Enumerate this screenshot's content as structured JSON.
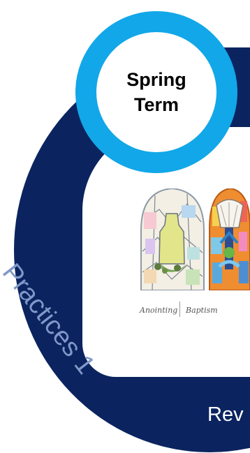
{
  "term": {
    "line1": "Spring",
    "line2": "Term"
  },
  "ring_labels": {
    "practices": "Practices 1",
    "revelation_partial": "Rev"
  },
  "artwork": {
    "captions": [
      "Anointing",
      "Baptism"
    ]
  },
  "colors": {
    "navy": "#0b2460",
    "sky_blue": "#12a7e8",
    "practices_text": "#7f98c7"
  }
}
